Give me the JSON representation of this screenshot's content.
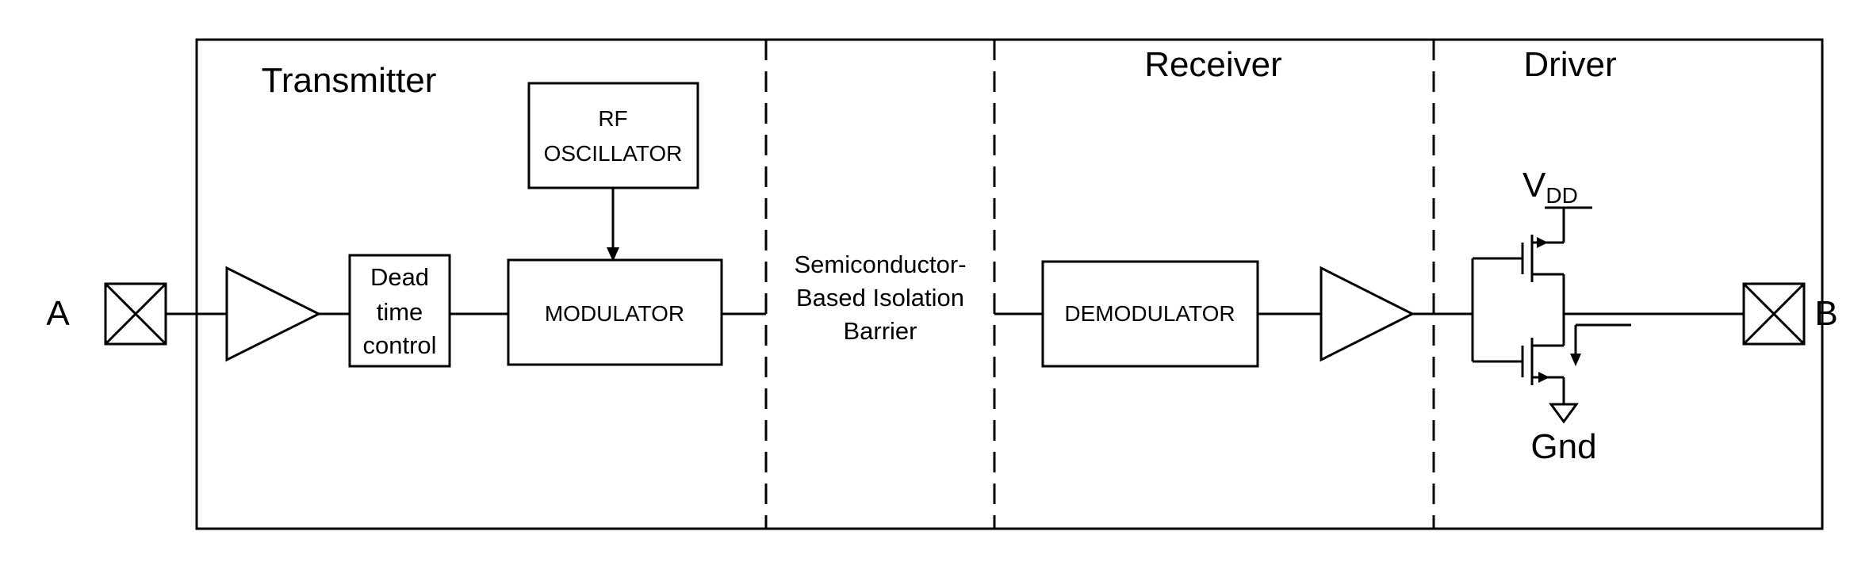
{
  "sections": {
    "transmitter": "Transmitter",
    "receiver": "Receiver",
    "driver": "Driver"
  },
  "terminals": {
    "input": "A",
    "output": "B"
  },
  "blocks": {
    "dead_time": [
      "Dead",
      "time",
      "control"
    ],
    "rf_oscillator": [
      "RF",
      "OSCILLATOR"
    ],
    "modulator": "MODULATOR",
    "demodulator": "DEMODULATOR",
    "isolation_barrier": [
      "Semiconductor-",
      "Based Isolation",
      "Barrier"
    ]
  },
  "driver_circuit": {
    "supply": "V",
    "supply_subscript": "DD",
    "ground": "Gnd"
  }
}
